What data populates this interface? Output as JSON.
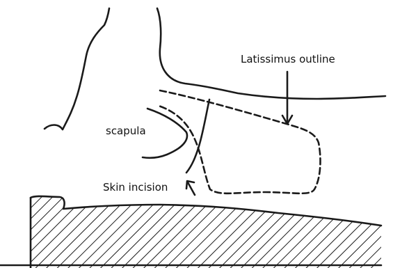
{
  "labels": {
    "scapula": "scapula",
    "skin_incision": "Skin incision",
    "latissimus_outline": "Latissimus outline"
  },
  "colors": {
    "ink": "#1a1a1a",
    "background": "#ffffff"
  }
}
